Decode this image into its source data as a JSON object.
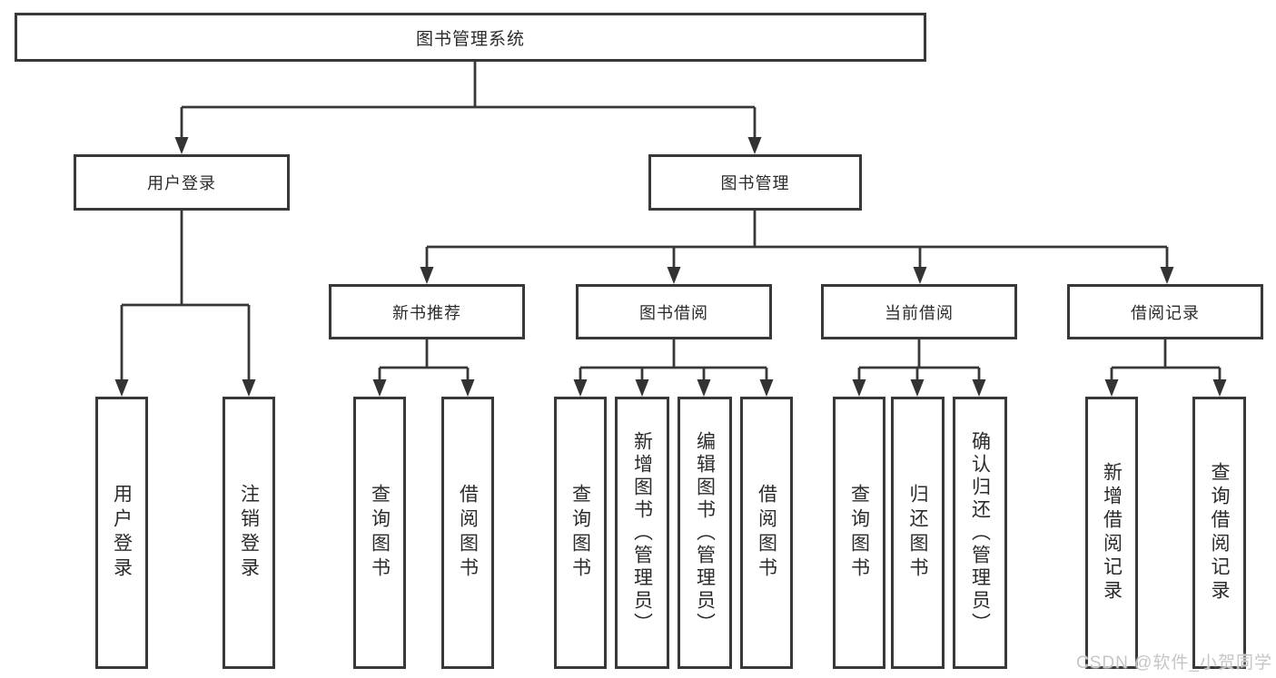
{
  "tree": {
    "root": {
      "label": "图书管理系统"
    },
    "branches": [
      {
        "label": "用户登录",
        "children": [
          "用户登录",
          "注销登录"
        ]
      },
      {
        "label": "图书管理",
        "groups": [
          {
            "label": "新书推荐",
            "children": [
              "查询图书",
              "借阅图书"
            ]
          },
          {
            "label": "图书借阅",
            "children": [
              "查询图书",
              "新增图书（管理员）",
              "编辑图书（管理员）",
              "借阅图书"
            ]
          },
          {
            "label": "当前借阅",
            "children": [
              "查询图书",
              "归还图书",
              "确认归还（管理员）"
            ]
          },
          {
            "label": "借阅记录",
            "children": [
              "新增借阅记录",
              "查询借阅记录"
            ]
          }
        ]
      }
    ]
  },
  "watermark": {
    "text": "CSDN @软件_小贺同学"
  },
  "colors": {
    "line": "#383838",
    "box_border": "#383838",
    "box_background": "#ffffff",
    "text": "#2b2b2b",
    "watermark": "#c6c6c6",
    "background": "#ffffff"
  }
}
